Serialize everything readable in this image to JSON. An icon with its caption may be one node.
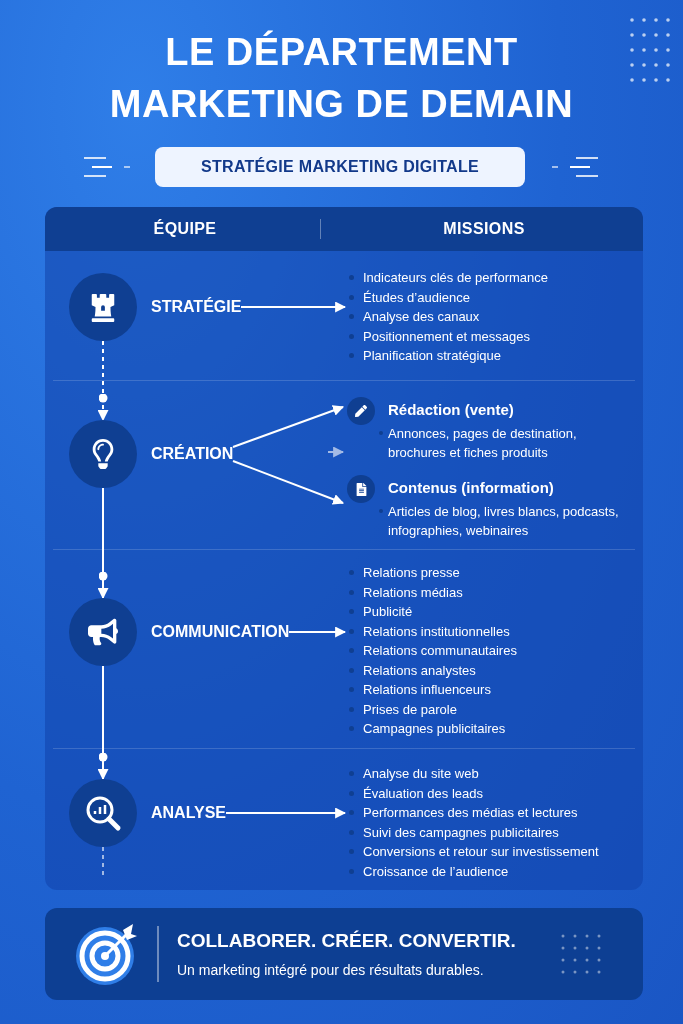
{
  "diagram": {
    "title": "LE DÉPARTEMENT MARKETING DE DEMAIN",
    "nodes": [
      {
        "text": [
          "STRATÉGIE MARKETING DIGITALE"
        ]
      },
      {
        "text": [],
        "shape": "box"
      },
      {
        "text": [
          "ÉQUIPE",
          "MISSIONS"
        ],
        "in": 1
      },
      {
        "text": [
          "STRATÉGIE"
        ],
        "in": 1
      },
      {
        "text": [
          "Indicateurs clés de performance",
          "Études d’audience",
          "Analyse des canaux",
          "Positionnement et messages",
          "Planification stratégique"
        ],
        "in": 1
      },
      {
        "text": [
          "CRÉATION"
        ],
        "in": 1
      },
      {
        "text": [
          "Rédaction (vente)",
          "Annonces, pages de destination, brochures et fiches produits"
        ],
        "in": 1
      },
      {
        "text": [
          "Contenus (information)",
          "Articles de blog, livres blancs, podcasts, infographies, webinaires"
        ],
        "in": 1
      },
      {
        "text": [
          "COMMUNICATION"
        ],
        "in": 1
      },
      {
        "text": [
          "Relations presse",
          "Relations médias",
          "Publicité",
          "Relations institutionnelles",
          "Relations communautaires",
          "Relations analystes",
          "Relations influenceurs",
          "Prises de parole",
          "Campagnes publicitaires"
        ],
        "in": 1
      },
      {
        "text": [
          "ANALYSE"
        ],
        "in": 1
      },
      {
        "text": [
          "Analyse du site web",
          "Évaluation des leads",
          "Performances des médias et lectures",
          "Suivi des campagnes publicitaires",
          "Conversions et retour sur investissement",
          "Croissance de l’audience"
        ],
        "in": 1
      },
      {
        "text": [
          "COLLABORER. CRÉER. CONVERTIR.",
          "Un marketing intégré pour des résultats durables."
        ]
      }
    ],
    "edges": [
      {
        "from": 3,
        "to": 4,
        "arrow": "to"
      },
      {
        "from": 5,
        "to": 6,
        "arrow": "to"
      },
      {
        "from": 5,
        "to": 7,
        "arrow": "to"
      },
      {
        "from": null,
        "to": 6,
        "arrow": "to"
      },
      {
        "from": 8,
        "to": 9,
        "arrow": "to"
      },
      {
        "from": 10,
        "to": 11,
        "arrow": "to"
      },
      {
        "from": 3,
        "to": 5,
        "arrow": "to",
        "style": "dashed"
      },
      {
        "from": 5,
        "to": 8,
        "arrow": "to"
      },
      {
        "from": 8,
        "to": 10,
        "arrow": "to"
      },
      {
        "from": 10,
        "to": null,
        "arrow": "none",
        "style": "dashed"
      }
    ]
  }
}
